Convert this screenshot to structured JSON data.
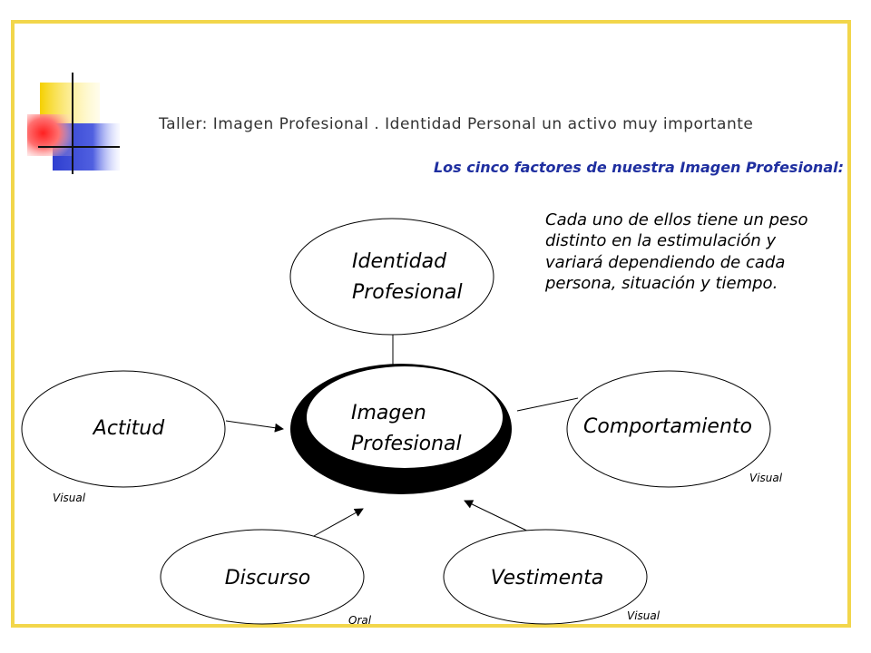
{
  "header": {
    "title": "Taller:  Imagen Profesional . Identidad Personal un activo muy importante",
    "subtitle": "Los cinco factores de nuestra Imagen Profesional:"
  },
  "note": "Cada uno de ellos tiene un peso distinto en la estimulación y variará dependiendo de cada persona, situación y tiempo.",
  "diagram": {
    "center": {
      "line1": "Imagen",
      "line2": "Profesional"
    },
    "nodes": {
      "identidad": {
        "line1": "Identidad",
        "line2": "Profesional"
      },
      "actitud": {
        "label": "Actitud",
        "tag": "Visual"
      },
      "comportamiento": {
        "label": "Comportamiento",
        "tag": "Visual"
      },
      "discurso": {
        "label": "Discurso",
        "tag": "Oral"
      },
      "vestimenta": {
        "label": "Vestimenta",
        "tag": "Visual"
      }
    }
  },
  "colors": {
    "frame": "#f2d64b",
    "deco_yellow": "#f5d000",
    "deco_blue": "#2f3fd0",
    "deco_red": "#ff3030",
    "subtitle": "#1f2fa0"
  }
}
